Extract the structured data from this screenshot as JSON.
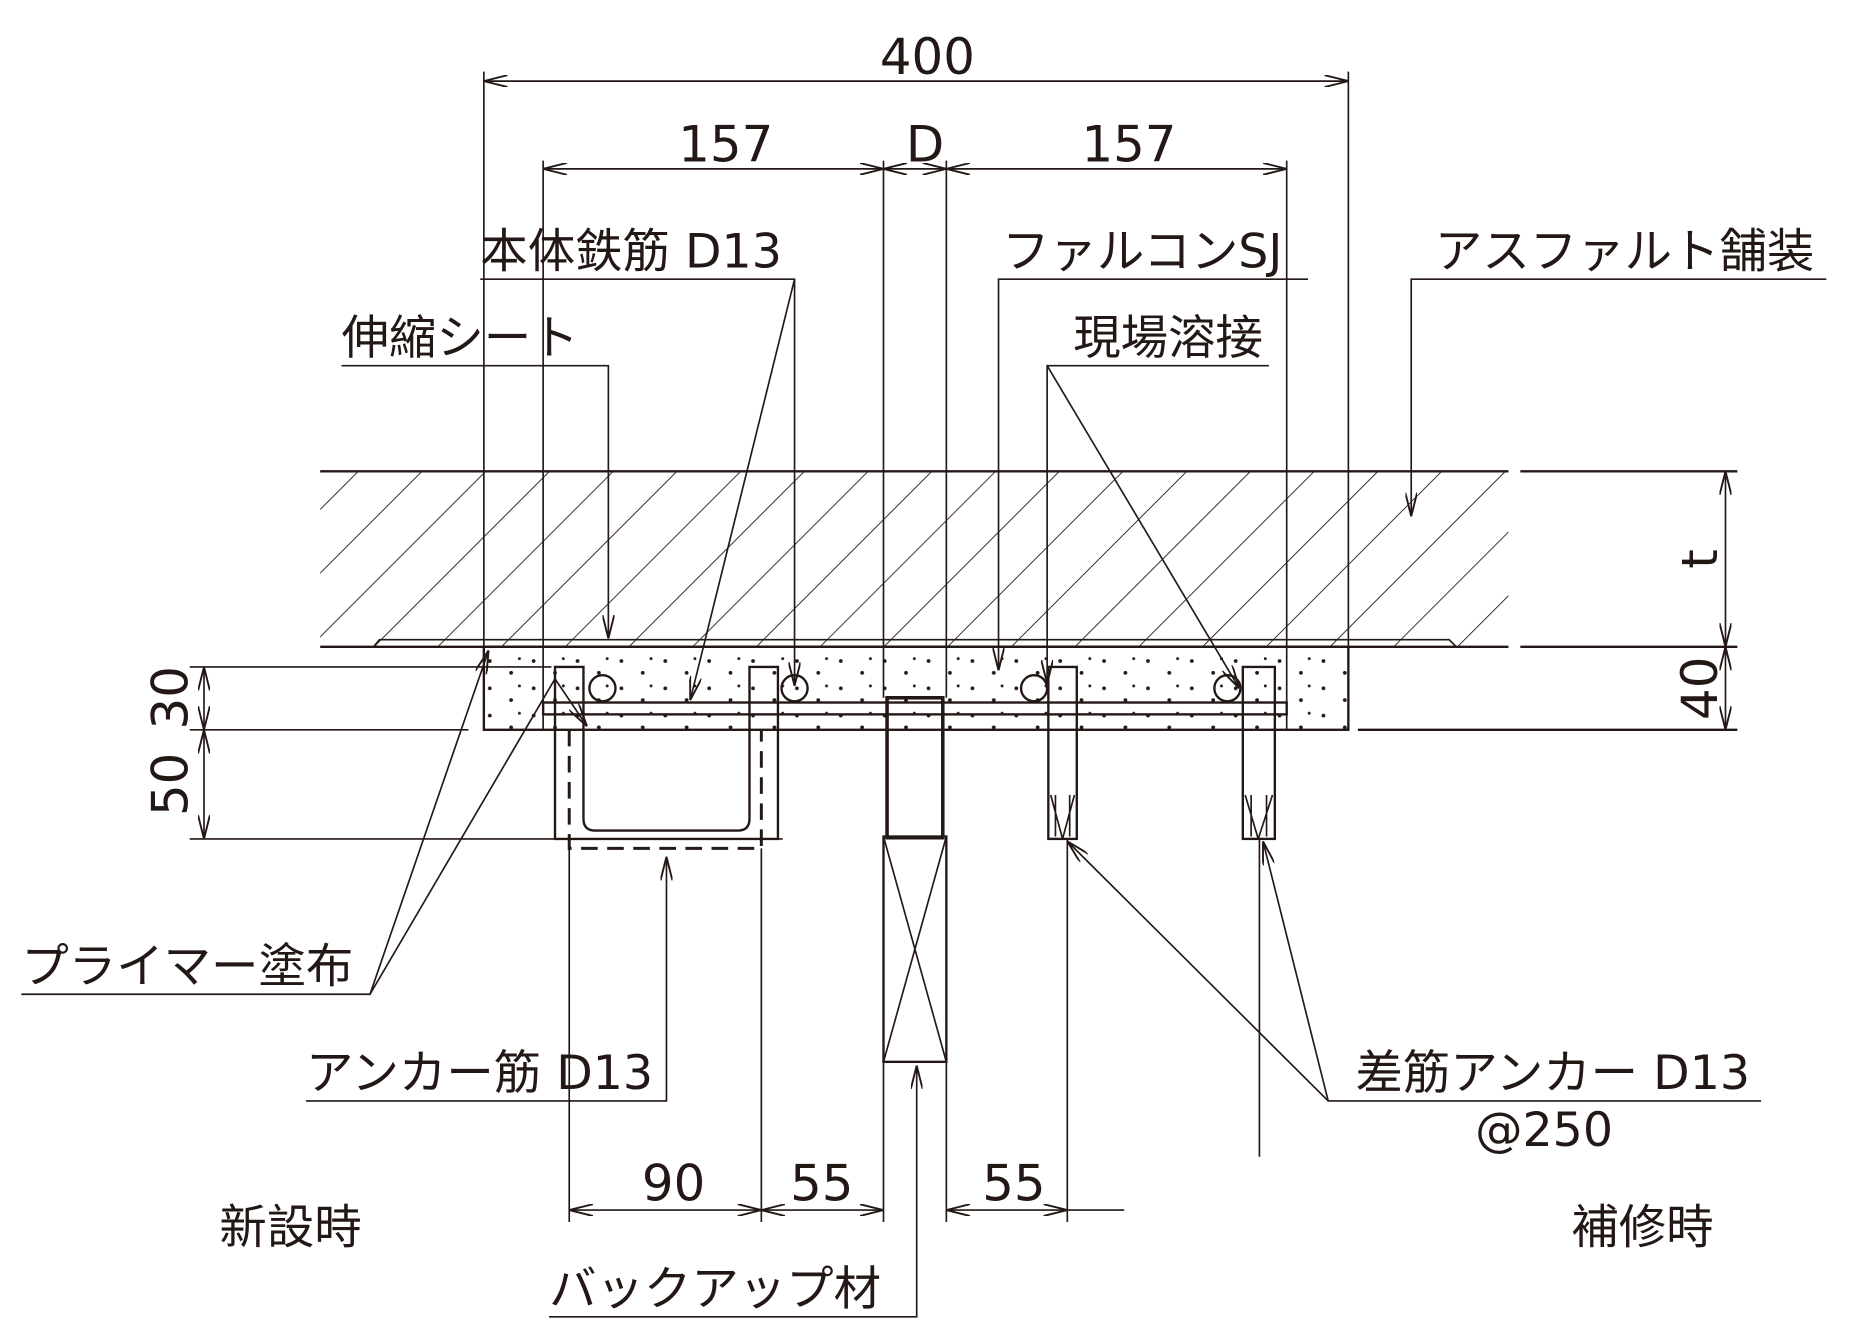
{
  "dimensions": {
    "overall": "400",
    "left_offset": "157",
    "gap": "D",
    "right_offset": "157",
    "pavement_thickness": "t",
    "concrete_depth": "40",
    "left_upper": "30",
    "left_lower": "50",
    "bottom_90": "90",
    "bottom_55_left": "55",
    "bottom_55_right": "55"
  },
  "labels": {
    "main_rebar": "本体鉄筋 D13",
    "falcon": "ファルコンSJ",
    "asphalt": "アスファルト舗装",
    "expansion_sheet": "伸縮シート",
    "field_welding": "現場溶接",
    "primer": "プライマー塗布",
    "anchor_rebar": "アンカー筋 D13",
    "dowel_anchor": "差筋アンカー D13",
    "dowel_pitch": "@250",
    "new_construction": "新設時",
    "repair": "補修時",
    "backup_material": "バックアップ材"
  }
}
